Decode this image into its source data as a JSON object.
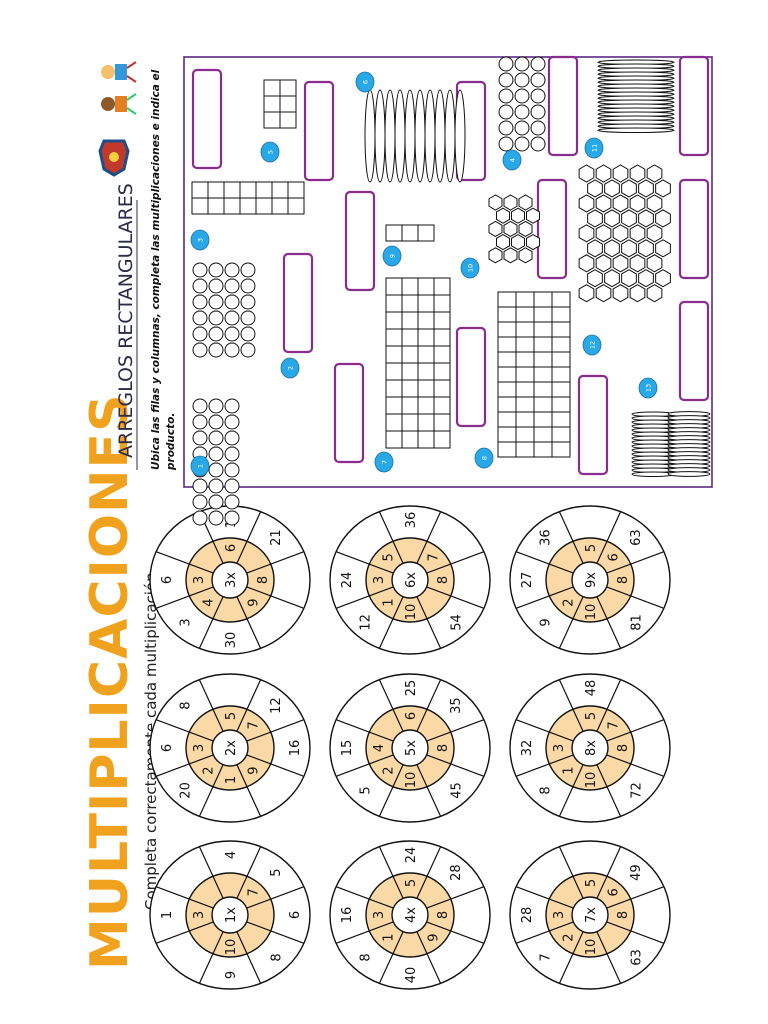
{
  "colors": {
    "title_orange": "#f0a21f",
    "wheel_fill": "#fad9a6",
    "frame_purple": "#7e2a86",
    "badge_blue": "#29a8e8",
    "ink": "#111111"
  },
  "multiplicaciones": {
    "title": "MULTIPLICACIONES",
    "instruction": "Completa correctamente cada multiplicación",
    "wheels": [
      {
        "center": "1x",
        "inner": [
          "3",
          "",
          "",
          "7",
          "",
          "",
          "10",
          ""
        ],
        "outer": [
          "1",
          "",
          "4",
          "5",
          "6",
          "8",
          "9",
          ""
        ]
      },
      {
        "center": "2x",
        "inner": [
          "3",
          "",
          "5",
          "7",
          "",
          "9",
          "1",
          "2"
        ],
        "outer": [
          "6",
          "8",
          "",
          "12",
          "16",
          "",
          "",
          "20"
        ]
      },
      {
        "center": "3x",
        "inner": [
          "3",
          "",
          "6",
          "",
          "8",
          "9",
          "",
          "4"
        ],
        "outer": [
          "6",
          "",
          "15",
          "21",
          "",
          "",
          "30",
          "3"
        ]
      },
      {
        "center": "4x",
        "inner": [
          "3",
          "",
          "5",
          "",
          "8",
          "9",
          "",
          "1"
        ],
        "outer": [
          "16",
          "",
          "24",
          "28",
          "",
          "",
          "40",
          "8"
        ]
      },
      {
        "center": "5x",
        "inner": [
          "4",
          "",
          "6",
          "",
          "8",
          "",
          "10",
          "2"
        ],
        "outer": [
          "15",
          "",
          "25",
          "35",
          "",
          "45",
          "",
          "5"
        ]
      },
      {
        "center": "6x",
        "inner": [
          "3",
          "5",
          "",
          "7",
          "8",
          "",
          "10",
          "1"
        ],
        "outer": [
          "24",
          "",
          "36",
          "",
          "",
          "54",
          "",
          "12"
        ]
      },
      {
        "center": "7x",
        "inner": [
          "3",
          "",
          "5",
          "6",
          "8",
          "",
          "10",
          "2"
        ],
        "outer": [
          "28",
          "",
          "",
          "49",
          "",
          "63",
          "",
          "7"
        ]
      },
      {
        "center": "8x",
        "inner": [
          "3",
          "",
          "5",
          "7",
          "8",
          "",
          "10",
          "1"
        ],
        "outer": [
          "32",
          "",
          "48",
          "",
          "",
          "72",
          "",
          "8"
        ]
      },
      {
        "center": "9x",
        "inner": [
          "",
          "",
          "5",
          "6",
          "8",
          "",
          "10",
          "2"
        ],
        "outer": [
          "27",
          "36",
          "",
          "63",
          "",
          "81",
          "",
          "9"
        ]
      }
    ]
  },
  "arreglos": {
    "title": "ARREGLOS RECTANGULARES",
    "instruction_line1": "Ubica las filas y columnas, completa las multiplicaciones e indica el",
    "instruction_line2": "producto.",
    "badges": [
      "1",
      "2",
      "3",
      "4",
      "5",
      "6",
      "7",
      "8",
      "9",
      "10",
      "11",
      "12",
      "13"
    ]
  }
}
